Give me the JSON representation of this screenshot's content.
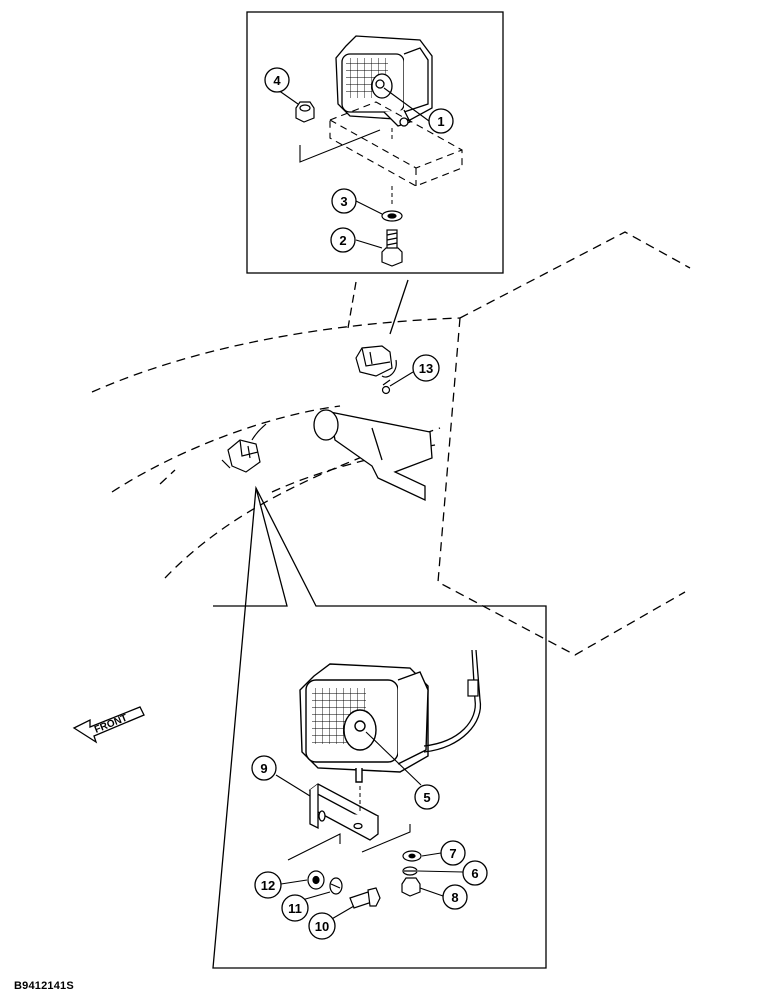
{
  "figure_code": "B9412141S",
  "front_label": "FRONT",
  "callouts": [
    {
      "id": "c1",
      "label": "1"
    },
    {
      "id": "c2",
      "label": "2"
    },
    {
      "id": "c3",
      "label": "3"
    },
    {
      "id": "c4",
      "label": "4"
    },
    {
      "id": "c5",
      "label": "5"
    },
    {
      "id": "c6",
      "label": "6"
    },
    {
      "id": "c7",
      "label": "7"
    },
    {
      "id": "c8",
      "label": "8"
    },
    {
      "id": "c9",
      "label": "9"
    },
    {
      "id": "c10",
      "label": "10"
    },
    {
      "id": "c11",
      "label": "11"
    },
    {
      "id": "c12",
      "label": "12"
    },
    {
      "id": "c13",
      "label": "13"
    }
  ]
}
